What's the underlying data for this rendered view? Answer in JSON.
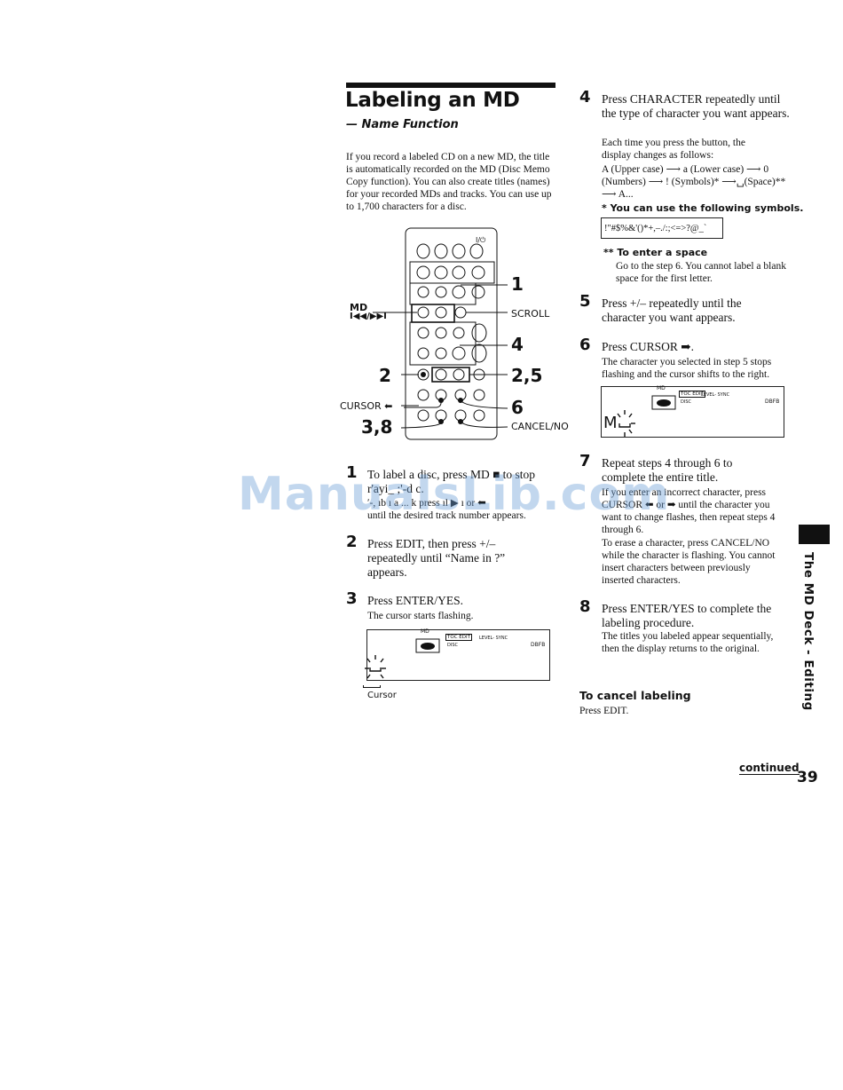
{
  "header": {
    "title": "Labeling an MD",
    "subtitle": "— Name Function",
    "intro": "If you record a labeled CD on a new MD, the title is automatically recorded on the MD (Disc Memo Copy function). You can also create titles (names) for your recorded MDs and tracks. You can use up to 1,700 characters for a disc."
  },
  "remote": {
    "top_label": "I/⏻",
    "md_label": "MD",
    "md_keys": "I◀◀/▶▶I",
    "label_2": "2",
    "cursor_label": "CURSOR ⬅",
    "label_3_8": "3,8",
    "label_1": "1",
    "scroll": "SCROLL",
    "label_4": "4",
    "label_2_5": "2,5",
    "label_6": "6",
    "cancel": "CANCEL/NO"
  },
  "steps": [
    {
      "num": "1",
      "main": "To label a disc, press MD ■ to stop",
      "garbled1": "r'ayi_ ;'-d c.",
      "garbled2": "ʹ-, ıb ı a ... k press ıl ▶ ı or ⬅",
      "sub": "until the desired track number appears."
    },
    {
      "num": "2",
      "main": "Press EDIT, then press +/– repeatedly until “Name in ?” appears."
    },
    {
      "num": "3",
      "main": "Press ENTER/YES.",
      "sub": "The cursor starts flashing."
    },
    {
      "num": "4",
      "main": "Press CHARACTER repeatedly until the type of character you want appears.",
      "sub1": "Each time you press the button, the display changes as follows:",
      "sub2": "A (Upper case) ⟶ a (Lower case) ⟶ 0 (Numbers) ⟶ ! (Symbols)* ⟶␣(Space)** ⟶ A...",
      "note1": "* You can use the following symbols.",
      "symbols": "!\"#$%&'()*+,–./:;<=>?@_`",
      "note2": "** To enter a space",
      "note2_text": "Go to the step 6. You cannot label a blank space for the first letter."
    },
    {
      "num": "5",
      "main": "Press +/– repeatedly until the character you want appears."
    },
    {
      "num": "6",
      "main": "Press CURSOR ➡.",
      "sub": "The character you selected in step 5 stops flashing and the cursor shifts to the right."
    },
    {
      "num": "7",
      "main": "Repeat steps 4 through 6 to complete the entire title.",
      "sub1": "If you enter an incorrect character, press CURSOR ⬅ or ➡ until the character you want to change flashes, then repeat steps 4 through 6.",
      "sub2": "To erase a character, press CANCEL/NO while the character is flashing. You cannot insert characters between previously inserted characters."
    },
    {
      "num": "8",
      "main": "Press ENTER/YES to complete the labeling procedure.",
      "sub": "The titles you labeled appear sequentially, then the display returns to the original."
    }
  ],
  "display": {
    "md": "MD",
    "toc_edit": "TOC EDIT",
    "disc": "DISC",
    "level_sync": "LEVEL- SYNC",
    "dbfb": "DBFB",
    "cursor_caption": "Cursor",
    "char_m": "M"
  },
  "cancel_section": {
    "heading": "To cancel labeling",
    "text": "Press EDIT."
  },
  "side_tab": "The MD Deck - Editing",
  "footer": {
    "continued": "continued",
    "page": "39"
  },
  "watermark": "ManualsLib.com"
}
